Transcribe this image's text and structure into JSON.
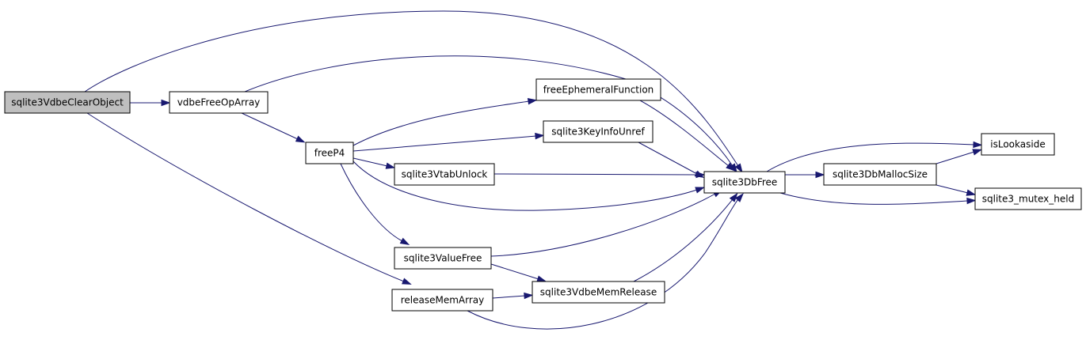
{
  "colors": {
    "node_fill": "#ffffff",
    "root_fill": "#bfbfbf",
    "node_border": "#000000",
    "edge": "#191970",
    "text": "#000000"
  },
  "nodes": [
    {
      "id": "sqlite3VdbeClearObject",
      "label": "sqlite3VdbeClearObject",
      "root": true
    },
    {
      "id": "vdbeFreeOpArray",
      "label": "vdbeFreeOpArray"
    },
    {
      "id": "freeP4",
      "label": "freeP4"
    },
    {
      "id": "freeEphemeralFunction",
      "label": "freeEphemeralFunction"
    },
    {
      "id": "sqlite3KeyInfoUnref",
      "label": "sqlite3KeyInfoUnref"
    },
    {
      "id": "sqlite3VtabUnlock",
      "label": "sqlite3VtabUnlock"
    },
    {
      "id": "sqlite3ValueFree",
      "label": "sqlite3ValueFree"
    },
    {
      "id": "releaseMemArray",
      "label": "releaseMemArray"
    },
    {
      "id": "sqlite3VdbeMemRelease",
      "label": "sqlite3VdbeMemRelease"
    },
    {
      "id": "sqlite3DbFree",
      "label": "sqlite3DbFree"
    },
    {
      "id": "sqlite3DbMallocSize",
      "label": "sqlite3DbMallocSize"
    },
    {
      "id": "isLookaside",
      "label": "isLookaside"
    },
    {
      "id": "sqlite3_mutex_held",
      "label": "sqlite3_mutex_held"
    }
  ],
  "edges": [
    {
      "from": "sqlite3VdbeClearObject",
      "to": "vdbeFreeOpArray"
    },
    {
      "from": "sqlite3VdbeClearObject",
      "to": "sqlite3DbFree"
    },
    {
      "from": "sqlite3VdbeClearObject",
      "to": "releaseMemArray"
    },
    {
      "from": "vdbeFreeOpArray",
      "to": "sqlite3DbFree"
    },
    {
      "from": "vdbeFreeOpArray",
      "to": "freeP4"
    },
    {
      "from": "freeP4",
      "to": "freeEphemeralFunction"
    },
    {
      "from": "freeP4",
      "to": "sqlite3KeyInfoUnref"
    },
    {
      "from": "freeP4",
      "to": "sqlite3VtabUnlock"
    },
    {
      "from": "freeP4",
      "to": "sqlite3DbFree"
    },
    {
      "from": "freeP4",
      "to": "sqlite3ValueFree"
    },
    {
      "from": "freeEphemeralFunction",
      "to": "sqlite3DbFree"
    },
    {
      "from": "sqlite3KeyInfoUnref",
      "to": "sqlite3DbFree"
    },
    {
      "from": "sqlite3VtabUnlock",
      "to": "sqlite3DbFree"
    },
    {
      "from": "sqlite3ValueFree",
      "to": "sqlite3DbFree"
    },
    {
      "from": "sqlite3ValueFree",
      "to": "sqlite3VdbeMemRelease"
    },
    {
      "from": "releaseMemArray",
      "to": "sqlite3VdbeMemRelease"
    },
    {
      "from": "releaseMemArray",
      "to": "sqlite3DbFree"
    },
    {
      "from": "sqlite3VdbeMemRelease",
      "to": "sqlite3DbFree"
    },
    {
      "from": "sqlite3DbFree",
      "to": "sqlite3DbMallocSize"
    },
    {
      "from": "sqlite3DbFree",
      "to": "isLookaside"
    },
    {
      "from": "sqlite3DbFree",
      "to": "sqlite3_mutex_held"
    },
    {
      "from": "sqlite3DbMallocSize",
      "to": "isLookaside"
    },
    {
      "from": "sqlite3DbMallocSize",
      "to": "sqlite3_mutex_held"
    }
  ]
}
